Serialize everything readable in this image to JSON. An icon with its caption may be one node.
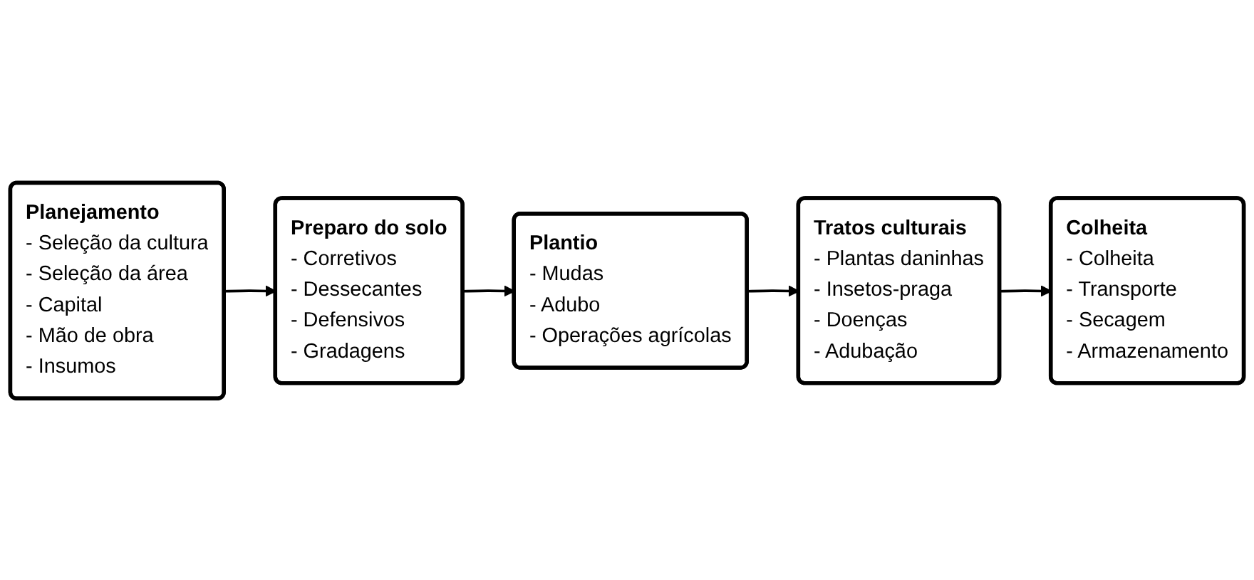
{
  "diagram": {
    "nodes": [
      {
        "text": [
          "Planejamento",
          "- Seleção da cultura",
          "- Seleção da área",
          "- Capital",
          "- Mão de obra",
          "- Insumos"
        ]
      },
      {
        "text": [
          "Preparo do solo",
          "- Corretivos",
          "- Dessecantes",
          "- Defensivos",
          "- Gradagens"
        ]
      },
      {
        "text": [
          "Plantio",
          "- Mudas",
          "- Adubo",
          "- Operações agrícolas"
        ]
      },
      {
        "text": [
          "Tratos culturais",
          "- Plantas daninhas",
          "- Insetos-praga",
          "- Doenças",
          "- Adubação"
        ]
      },
      {
        "text": [
          "Colheita",
          "- Colheita",
          "- Transporte",
          "- Secagem",
          "- Armazenamento"
        ]
      }
    ],
    "edges": [
      {
        "from": 0,
        "to": 1,
        "arrow": "to"
      },
      {
        "from": 1,
        "to": 2,
        "arrow": "to"
      },
      {
        "from": 2,
        "to": 3,
        "arrow": "to"
      },
      {
        "from": 3,
        "to": 4,
        "arrow": "to"
      }
    ]
  }
}
